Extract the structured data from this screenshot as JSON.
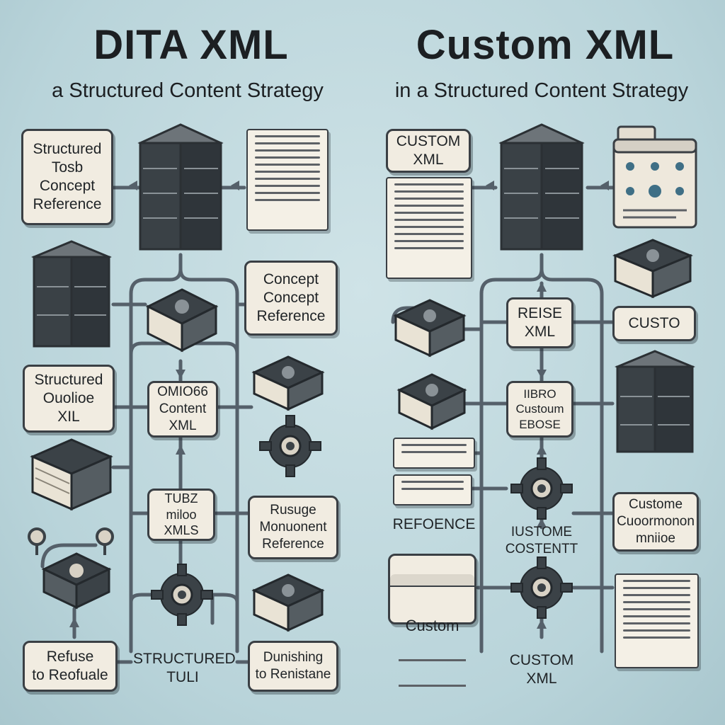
{
  "left": {
    "title": "DITA XML",
    "subtitle": "a Structured Content Strategy",
    "labels": {
      "top_left": "Structured\nTosb\nConcept\nReference",
      "concept": "Concept\nConcept\nReference",
      "structured": "Structured\nOuolioe\nXIL",
      "content": "OMIO66\nContent\nXML",
      "tubz": "TUBZ\nmiloo\nXMLS",
      "reuse": "Rusuge\nMonuonent\nReference",
      "refuse": "Refuse\nto Reofuale",
      "structured_tuli": "STRUCTURED\nTULI",
      "dunishing": "Dunishing\nto Renistane"
    }
  },
  "right": {
    "title": "Custom XML",
    "subtitle": "in a Structured Content Strategy",
    "labels": {
      "custom_xml_top": "CUSTOM\nXML",
      "reuse_xml": "REISE\nXML",
      "custo": "CUSTO",
      "custom_ebose": "IIBRO\nCustoum\nEBOSE",
      "reference": "REFOENCE",
      "custome_content": "IUSTOME\nCOSTENTT",
      "custome_box": "Custome\nCuoormonon\nmniioe",
      "custom_window": "Custom",
      "custom_xml_bottom": "CUSTOM\nXML"
    }
  },
  "icons": [
    "server-stack-icon",
    "document-icon",
    "book-icon",
    "gear-icon",
    "shield-book-icon",
    "dashboard-icon",
    "magnifier-icon"
  ]
}
